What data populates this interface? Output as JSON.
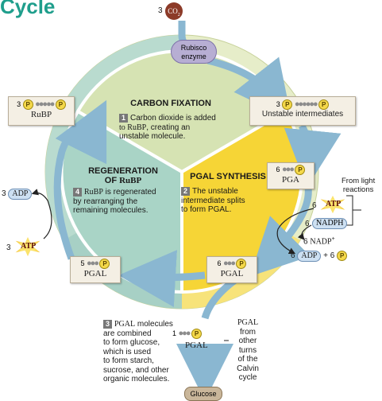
{
  "title": "Cycle",
  "co2": {
    "count": "3",
    "label": "CO",
    "sub": "2"
  },
  "rubisco": {
    "line1": "Rubisco",
    "line2": "enzyme"
  },
  "rubp_box": {
    "count": "3",
    "label": "RuBP"
  },
  "unstable_box": {
    "count": "3",
    "label": "Unstable intermediates"
  },
  "pga_box": {
    "count": "6",
    "label": "PGA"
  },
  "pgal_right_box": {
    "count": "6",
    "label": "PGAL"
  },
  "pgal_left_box": {
    "count": "5",
    "label": "PGAL"
  },
  "pgal_out": {
    "count": "1",
    "label": "PGAL"
  },
  "carbon_fixation": {
    "title": "CARBON FIXATION",
    "step": "1",
    "text1": "Carbon dioxide is added",
    "text2_serif": "to RuBP",
    "text2_rest": ", creating an",
    "text3": "unstable molecule."
  },
  "regeneration": {
    "title1": "REGENERATION",
    "title2_pre": "OF ",
    "title2_serif": "RuBP",
    "step": "4",
    "text1_serif": "RuBP",
    "text1_rest": " is regenerated",
    "text2": "by rearranging the",
    "text3": "remaining molecules."
  },
  "pgal_synthesis": {
    "title": "PGAL SYNTHESIS",
    "step": "2",
    "text1": "The unstable",
    "text2": "intermediate splits",
    "text3": "to form PGAL."
  },
  "step3": {
    "step": "3",
    "text1_serif": "PGAL",
    "text1_rest": " molecules",
    "lines": [
      "are combined",
      "to form glucose,",
      "which is used",
      "to form starch,",
      "sucrose, and other",
      "organic molecules."
    ]
  },
  "pgal_other": [
    "PGAL",
    "from",
    "other",
    "turns",
    "of the",
    "Calvin",
    "cycle"
  ],
  "light_reactions": {
    "line1": "From light",
    "line2": "reactions"
  },
  "atp_right": {
    "count": "6",
    "label": "ATP"
  },
  "nadph": {
    "count": "6",
    "label": "NADPH"
  },
  "nadp": {
    "count": "6",
    "label": "NADP",
    "sup": "+"
  },
  "adp_right": {
    "count": "6",
    "label": "ADP",
    "plus": "+ 6",
    "p": "P"
  },
  "adp_left": {
    "count": "3",
    "label": "ADP"
  },
  "atp_left": {
    "count": "3",
    "label": "ATP"
  },
  "glucose": "Glucose",
  "p_label": "P",
  "colors": {
    "carbon_fixation_sector": "#d6e3b3",
    "regeneration_sector": "#a9d4c6",
    "pgal_synthesis_sector": "#f6d536",
    "arrow": "#8ab7d1",
    "carbon_ball": "#8c8c8c",
    "phosphate": "#f4d84a"
  }
}
